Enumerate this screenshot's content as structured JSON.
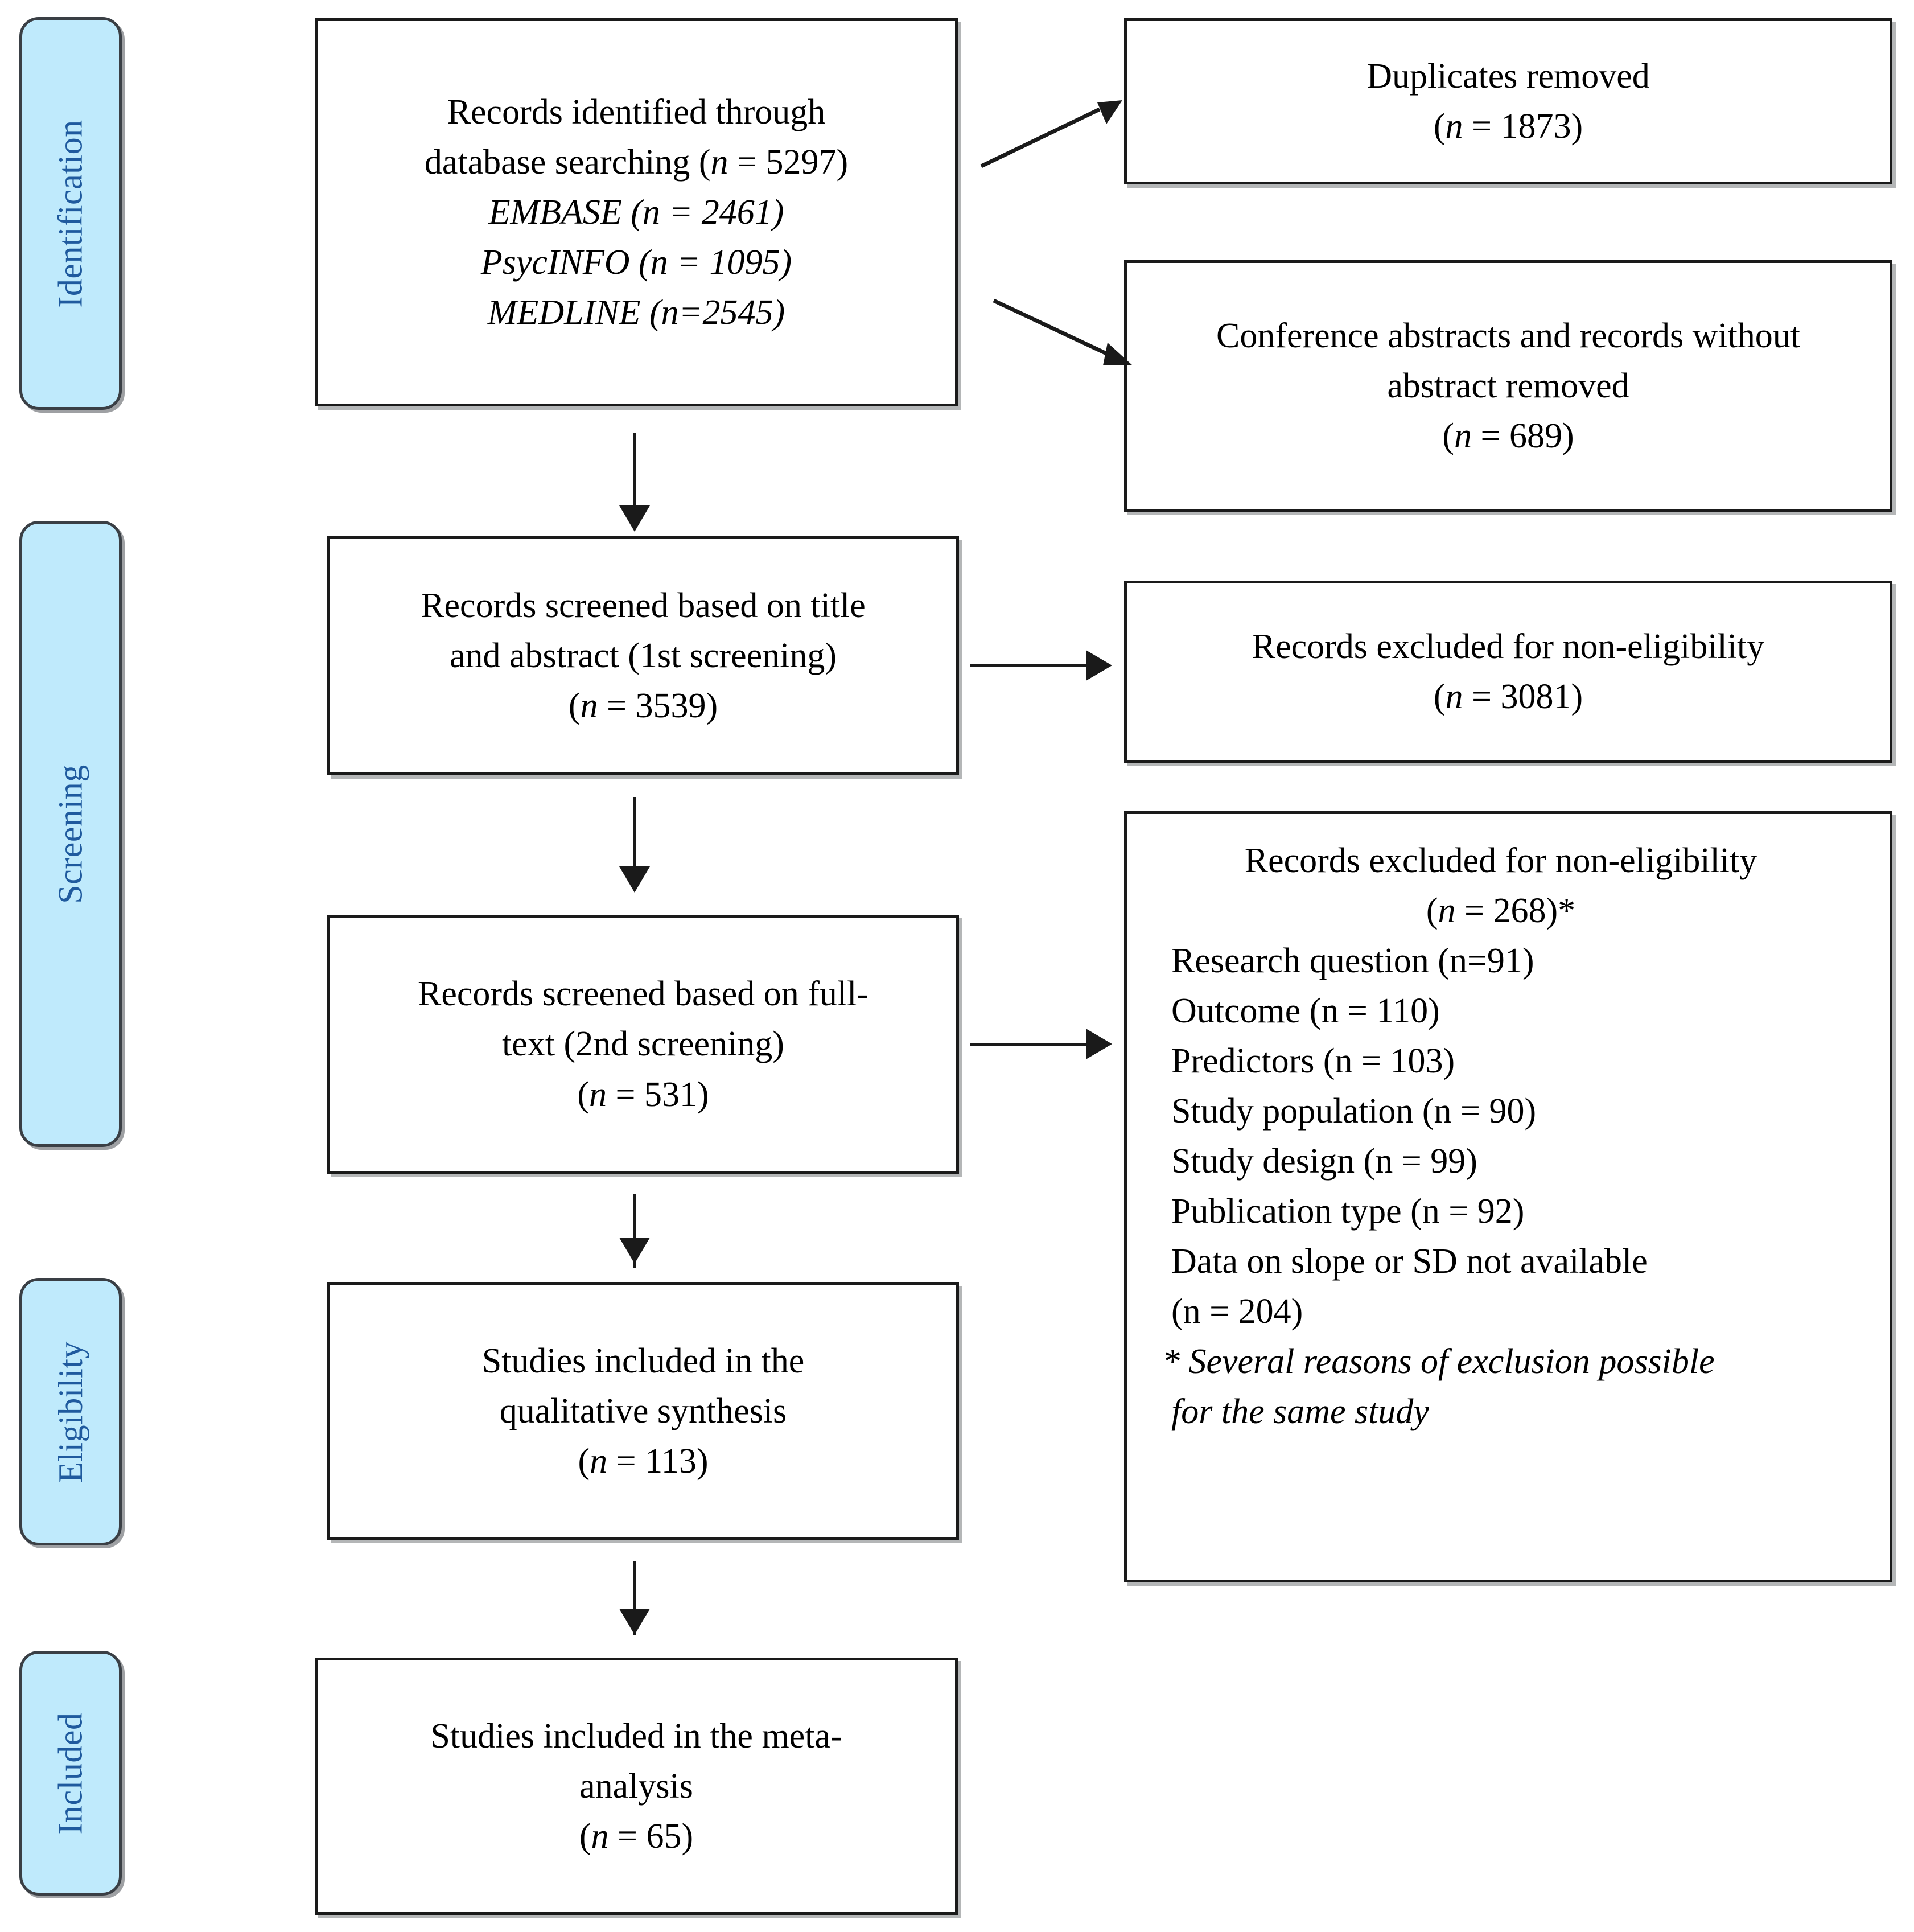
{
  "figure": {
    "type": "prisma-flow-diagram",
    "colors": {
      "stage_fill": "#bfeafc",
      "stage_text": "#1f5a9e",
      "box_border": "#1a1a1a",
      "connector": "#1a1a1a",
      "background": "#ffffff"
    }
  },
  "stages": [
    {
      "label": "Identification"
    },
    {
      "label": "Screening"
    },
    {
      "label": "Eligibility"
    },
    {
      "label": "Included"
    }
  ],
  "boxes": {
    "identified": {
      "name": "Records identified through database searching",
      "lines": [
        "Records identified through",
        "database searching (n = 5297)",
        "EMBASE (n = 2461)",
        "PsycINFO (n = 1095)",
        "MEDLINE (n=2545)"
      ],
      "n": 5297,
      "sources": [
        {
          "database": "EMBASE",
          "n": 2461
        },
        {
          "database": "PsycINFO",
          "n": 1095
        },
        {
          "database": "MEDLINE",
          "n": 2545
        }
      ]
    },
    "duplicates_removed": {
      "lines": [
        "Duplicates removed",
        "(n = 1873)"
      ],
      "n": 1873
    },
    "conference_removed": {
      "lines": [
        "Conference abstracts and records without",
        "abstract removed",
        "(n = 689)"
      ],
      "n": 689
    },
    "screened_title": {
      "lines": [
        "Records screened based on title",
        "and abstract (1st screening)",
        "(n = 3539)"
      ],
      "n": 3539
    },
    "excluded_first": {
      "lines": [
        "Records excluded for non-eligibility",
        "(n = 3081)"
      ],
      "n": 3081
    },
    "screened_fulltext": {
      "lines": [
        "Records screened based on full-",
        "text (2nd screening)",
        "(n = 531)"
      ],
      "n": 531
    },
    "excluded_second": {
      "header_lines": [
        "Records excluded for non-eligibility",
        "(n = 268)*"
      ],
      "n": 268,
      "reasons": [
        "Research question (n=91)",
        "Outcome (n = 110)",
        "Predictors (n = 103)",
        "Study population (n = 90)",
        "Study design (n = 99)",
        "Publication type (n = 92)",
        "Data on slope or SD not available",
        "(n = 204)"
      ],
      "reason_values": [
        {
          "reason": "Research question",
          "n": 91
        },
        {
          "reason": "Outcome",
          "n": 110
        },
        {
          "reason": "Predictors",
          "n": 103
        },
        {
          "reason": "Study population",
          "n": 90
        },
        {
          "reason": "Study design",
          "n": 99
        },
        {
          "reason": "Publication type",
          "n": 92
        },
        {
          "reason": "Data on slope or SD not available",
          "n": 204
        }
      ],
      "footnote_lines": [
        "* Several reasons of exclusion possible",
        "for the same study"
      ]
    },
    "qualitative": {
      "lines": [
        "Studies included in the",
        "qualitative synthesis",
        "(n = 113)"
      ],
      "n": 113
    },
    "meta_analysis": {
      "lines": [
        "Studies included in the meta-",
        "analysis",
        "(n = 65)"
      ],
      "n": 65
    }
  }
}
